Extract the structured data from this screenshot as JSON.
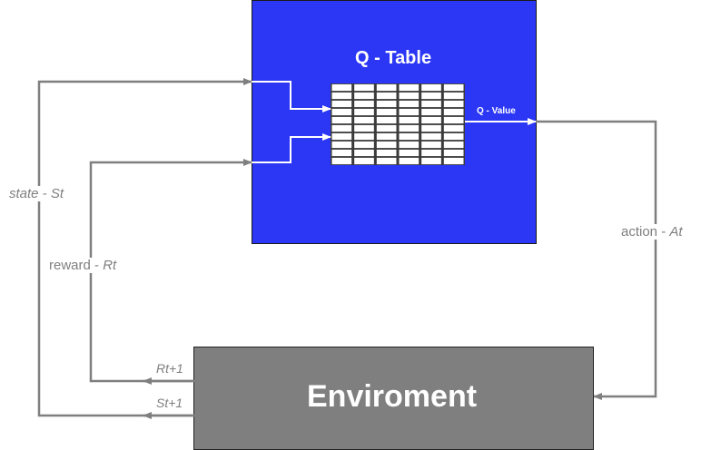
{
  "qtable": {
    "title": "Q - Table",
    "value_label": "Q - Value",
    "fill_color": "#2b37f5",
    "grid_rows": 10,
    "grid_cols": 6
  },
  "environment": {
    "title": "Enviroment",
    "fill_color": "#7f7f7f"
  },
  "labels": {
    "state_prefix": "state - ",
    "state_var": "St",
    "reward_prefix": "reward - ",
    "reward_var": "Rt",
    "action_prefix": "action - ",
    "action_var": "At",
    "reward_next": "Rt+1",
    "state_next": "St+1"
  },
  "line_color": "#7f7f7f"
}
